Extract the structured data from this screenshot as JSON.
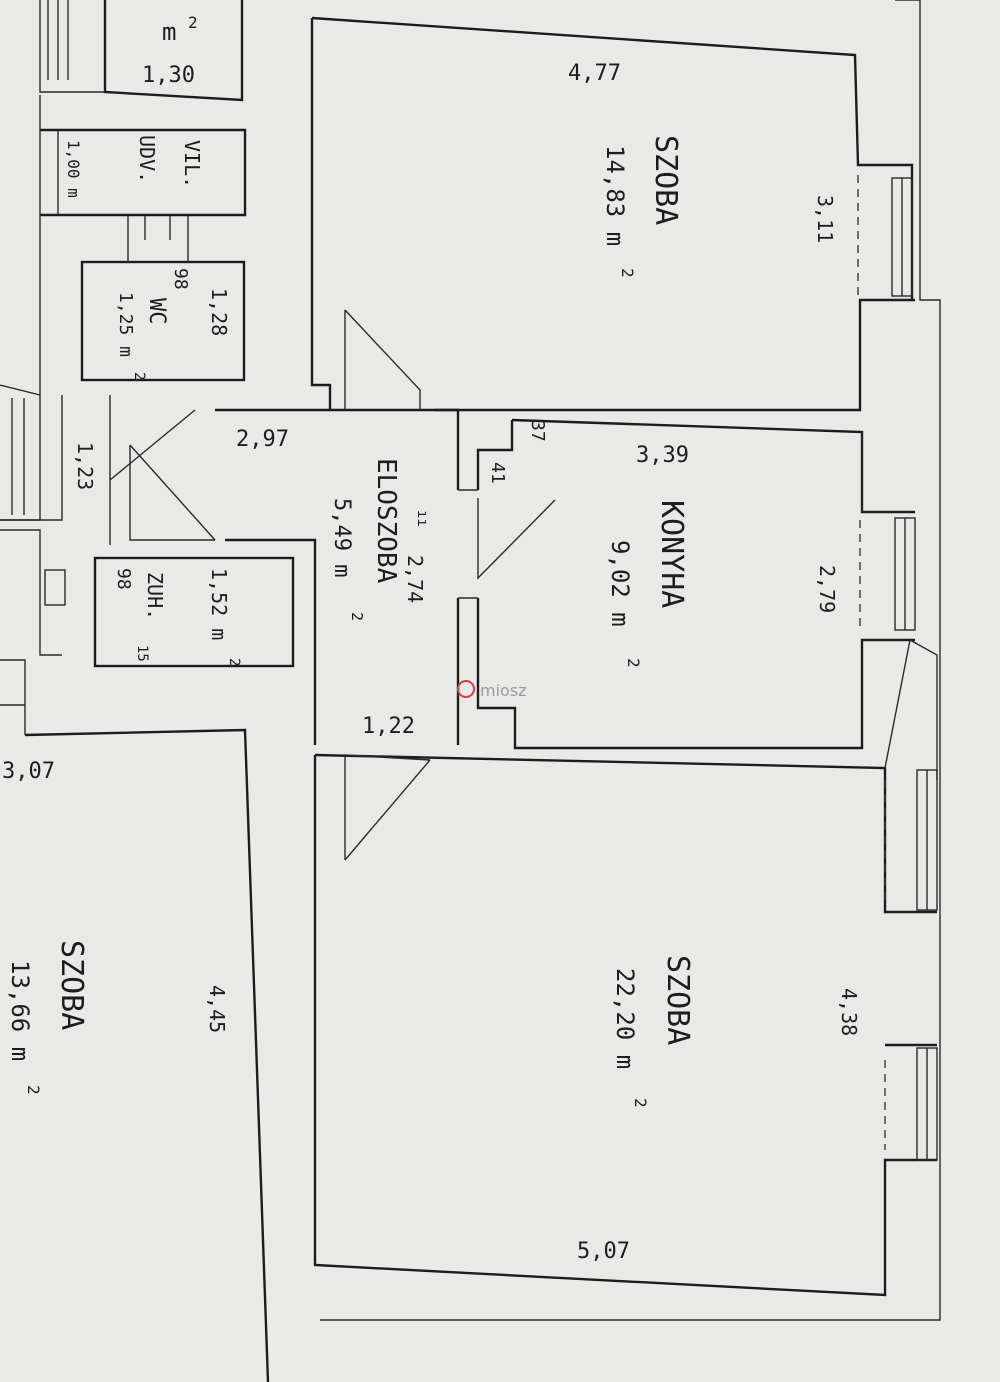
{
  "rooms": {
    "szoba_top": {
      "name": "SZOBA",
      "area": "14,83 m",
      "exp": "2",
      "dim_width": "4,77",
      "dim_depth": "3,11"
    },
    "konyha": {
      "name": "KONYHA",
      "area": "9,02 m",
      "exp": "2",
      "dim_a": "3,39",
      "dim_b": "2,79",
      "dim_c": "37",
      "dim_d": "41"
    },
    "szoba_big": {
      "name": "SZOBA",
      "area": "22,20 m",
      "exp": "2",
      "dim_a": "4,38",
      "dim_b": "5,07"
    },
    "eloszoba": {
      "name": "ELOSZOBA",
      "area": "5,49 m",
      "exp": "2",
      "dim_a": "2,97",
      "dim_b": "2,74",
      "dim_c": "1,22",
      "dim_d": "1,23",
      "mark": "ıı"
    },
    "szoba_left": {
      "name": "SZOBA",
      "area": "13,66 m",
      "exp": "2",
      "dim_a": "4,45",
      "dim_b": "3,07"
    },
    "wc": {
      "name": "WC",
      "area": "1,25 m",
      "exp": "2",
      "dim_a": "1,28",
      "dim_b": "98"
    },
    "zuh": {
      "name": "ZUH.",
      "area": "1,52 m",
      "exp": "2",
      "dim_a": "98",
      "dim_b": "15"
    },
    "vil": {
      "name": "VIL.",
      "line2": "UDV.",
      "area": "1,00 m"
    },
    "top_left": {
      "area": "m",
      "exp": "2",
      "dim": "1,30"
    }
  },
  "watermark": "miosz"
}
